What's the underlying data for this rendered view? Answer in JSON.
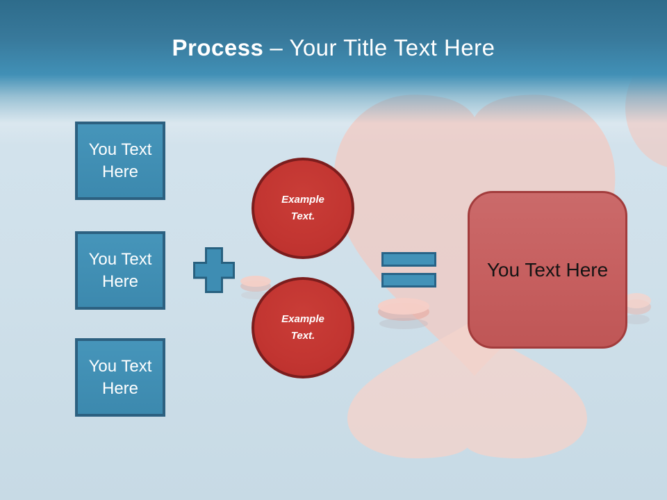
{
  "slide": {
    "header": {
      "title_bold": "Process",
      "title_rest": "– Your Title Text Here"
    },
    "input_boxes": [
      {
        "label": "You Text Here"
      },
      {
        "label": "You Text Here"
      },
      {
        "label": "You Text Here"
      }
    ],
    "example_circles": [
      {
        "label": "Example Text."
      },
      {
        "label": "Example Text."
      }
    ],
    "result_box": {
      "label": "You Text Here"
    },
    "operators": {
      "plus_icon": "plus-sign-shape",
      "equals_icon": "equals-sign-shape"
    },
    "decor": {
      "background_motifs": [
        "faded-heart",
        "faded-heart-reflection",
        "faded-pills"
      ]
    },
    "colors": {
      "header_top": "#2e6c8b",
      "header_mid": "#4190b6",
      "body_bg": "#cfe0ea",
      "shape_blue": "#4090b5",
      "shape_blue_border": "#2c6080",
      "circle_red": "#c23531",
      "circle_red_border": "#7c1d1d",
      "result_red": "#c65f5f",
      "result_red_border": "#a23c3c",
      "decor_pink": "#f1c9c2",
      "title_text": "#ffffff"
    }
  }
}
